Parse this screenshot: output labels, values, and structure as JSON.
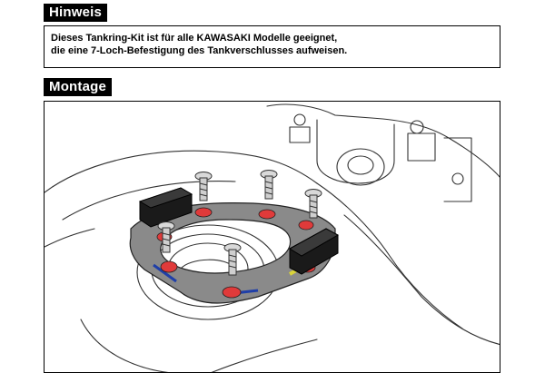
{
  "sections": {
    "hinweis_title": "Hinweis",
    "hinweis_line1": "Dieses Tankring-Kit ist für alle KAWASAKI Modelle geeignet,",
    "hinweis_line2": "die eine 7-Loch-Befestigung des Tankverschlusses aufweisen.",
    "montage_title": "Montage"
  },
  "illustration": {
    "subject": "tank-ring-mounting-illustration",
    "colors": {
      "ring": "#8a8a8a",
      "pad": "#1a1a1a",
      "hole": "#e03a3a",
      "accent_blue": "#1f3fa8",
      "accent_yellow": "#d9d33a",
      "line": "#333333"
    }
  }
}
